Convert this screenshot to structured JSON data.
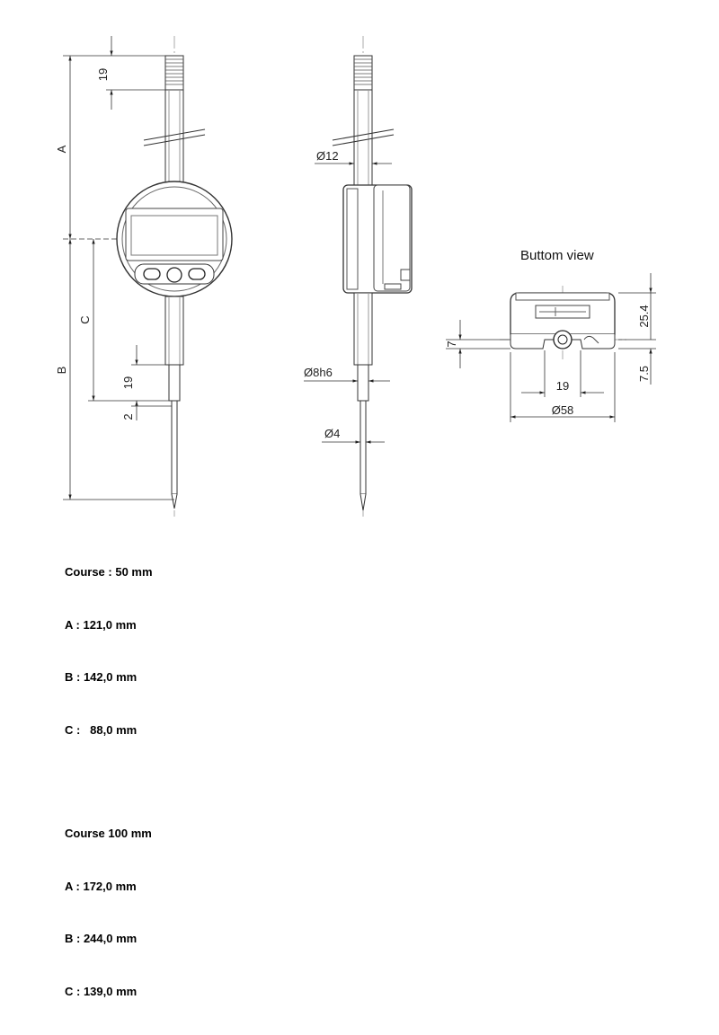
{
  "dimensions": {
    "front": {
      "a_label": "A",
      "b_label": "B",
      "c_label": "C",
      "thread_len": "19",
      "tip_len": "19",
      "tip_gap": "2"
    },
    "side": {
      "stem_dia": "Ø12",
      "shank_dia": "Ø8h6",
      "tip_dia": "Ø4"
    },
    "bottom_view": {
      "title": "Buttom view",
      "height": "25.4",
      "offset_left": "7",
      "offset_right": "7.5",
      "hole_spacing": "19",
      "width": "Ø58"
    }
  },
  "specs": [
    {
      "course": "Course : 50 mm",
      "a": "A : 121,0 mm",
      "b": "B : 142,0 mm",
      "c": "C :   88,0 mm"
    },
    {
      "course": "Course 100 mm",
      "a": "A : 172,0 mm",
      "b": "B : 244,0 mm",
      "c": "C : 139,0 mm"
    }
  ]
}
